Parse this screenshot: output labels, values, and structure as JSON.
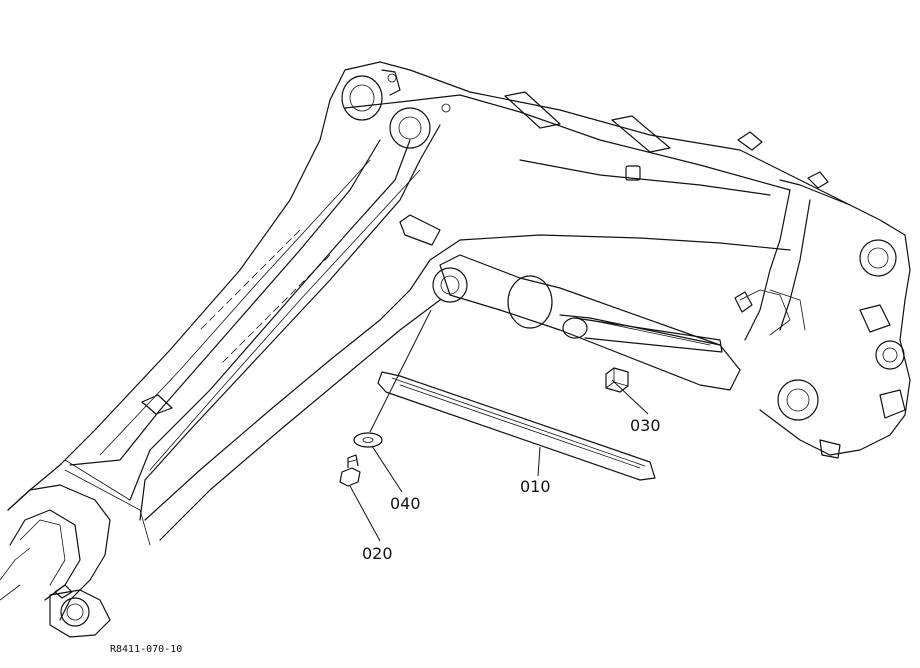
{
  "diagram": {
    "callouts": [
      {
        "id": "010",
        "text": "010"
      },
      {
        "id": "020",
        "text": "020"
      },
      {
        "id": "030",
        "text": "030"
      },
      {
        "id": "040",
        "text": "040"
      }
    ],
    "figure_code": "R8411-070-10"
  }
}
